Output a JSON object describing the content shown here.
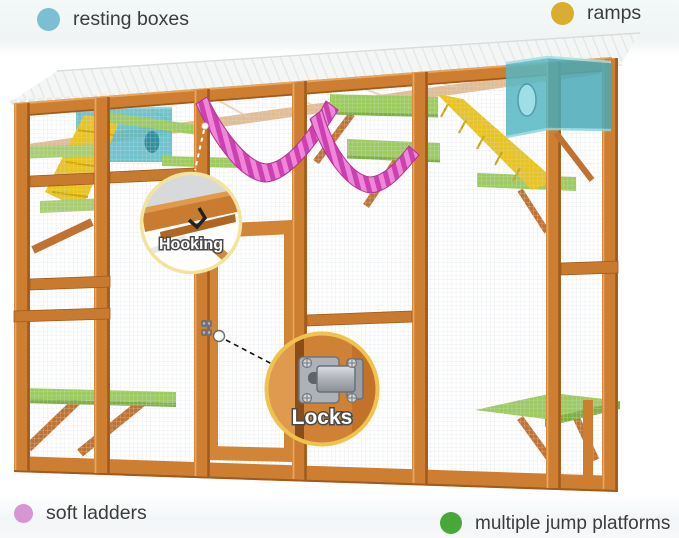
{
  "legend": {
    "resting_boxes": {
      "label": "resting boxes",
      "color": "#7abfd2"
    },
    "ramps": {
      "label": "ramps",
      "color": "#d9ad2f"
    },
    "soft_ladders": {
      "label": "soft ladders",
      "color": "#d795d3"
    },
    "jump_platforms": {
      "label": "multiple jump platforms",
      "color": "#47a839"
    }
  },
  "callouts": {
    "hooking": {
      "label": "Hooking"
    },
    "locks": {
      "label": "Locks"
    }
  },
  "illustration": {
    "alt": "wooden outdoor cat enclosure with wire mesh walls, slanted corrugated roof, teal resting boxes, yellow ramps, pink soft ladders, green jump platforms and a front door with metal latch",
    "colors": {
      "wood": "#cd7e31",
      "wood_dark": "#a05a1d",
      "wood_light": "#e8a55c",
      "mesh": "#d7dde1",
      "roof": "#f4f6f6",
      "resting_box_teal": "#56b8c4",
      "ramp_yellow": "#e9c31f",
      "ladder_pink": "#df63c4",
      "platform_green": "#9ccb5e"
    }
  }
}
